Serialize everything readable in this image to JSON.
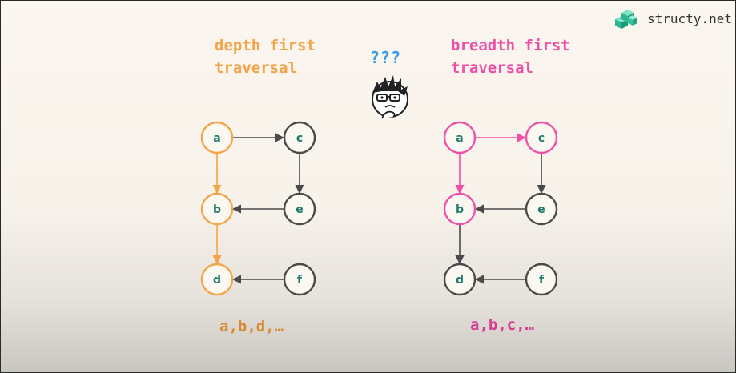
{
  "brand": {
    "name": "structy.net",
    "logo": "structy-logo-icon",
    "color": "#35c6a0"
  },
  "question": "???",
  "colors": {
    "dfs": "#f2a447",
    "bfs": "#ef4fa6",
    "default": "#4a4a4a",
    "label": "#1f7a6a"
  },
  "dfs": {
    "title": "depth first\ntraversal",
    "result": "a,b,d,…",
    "nodes": [
      {
        "id": "a",
        "visited": true
      },
      {
        "id": "c",
        "visited": false
      },
      {
        "id": "b",
        "visited": true
      },
      {
        "id": "e",
        "visited": false
      },
      {
        "id": "d",
        "visited": true
      },
      {
        "id": "f",
        "visited": false
      }
    ],
    "edges": [
      {
        "from": "a",
        "to": "c",
        "visited": false
      },
      {
        "from": "a",
        "to": "b",
        "visited": true
      },
      {
        "from": "c",
        "to": "e",
        "visited": false
      },
      {
        "from": "e",
        "to": "b",
        "visited": false
      },
      {
        "from": "b",
        "to": "d",
        "visited": true
      },
      {
        "from": "f",
        "to": "d",
        "visited": false
      }
    ]
  },
  "bfs": {
    "title": "breadth first\ntraversal",
    "result": "a,b,c,…",
    "nodes": [
      {
        "id": "a",
        "visited": true
      },
      {
        "id": "c",
        "visited": true
      },
      {
        "id": "b",
        "visited": true
      },
      {
        "id": "e",
        "visited": false
      },
      {
        "id": "d",
        "visited": false
      },
      {
        "id": "f",
        "visited": false
      }
    ],
    "edges": [
      {
        "from": "a",
        "to": "c",
        "visited": true
      },
      {
        "from": "a",
        "to": "b",
        "visited": true
      },
      {
        "from": "c",
        "to": "e",
        "visited": false
      },
      {
        "from": "e",
        "to": "b",
        "visited": false
      },
      {
        "from": "b",
        "to": "d",
        "visited": false
      },
      {
        "from": "f",
        "to": "d",
        "visited": false
      }
    ]
  }
}
